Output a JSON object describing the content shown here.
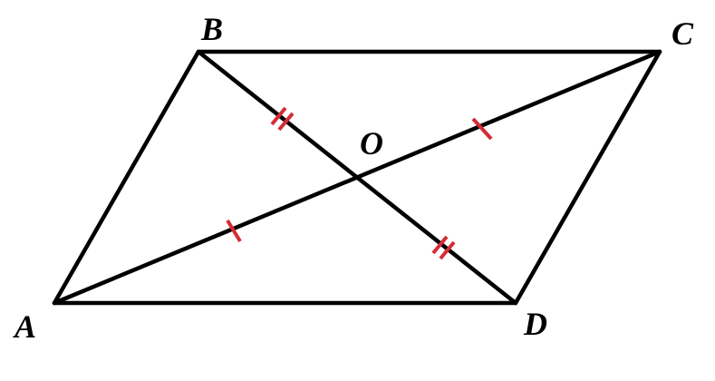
{
  "diagram": {
    "vertex_labels": {
      "A": "A",
      "B": "B",
      "C": "C",
      "D": "D",
      "O": "O"
    },
    "colors": {
      "line": "#000000",
      "tick_mark": "#d62a36",
      "background": "#ffffff"
    },
    "tick_marks": {
      "AO": 1,
      "OC": 1,
      "BO": 2,
      "OD": 2
    }
  }
}
